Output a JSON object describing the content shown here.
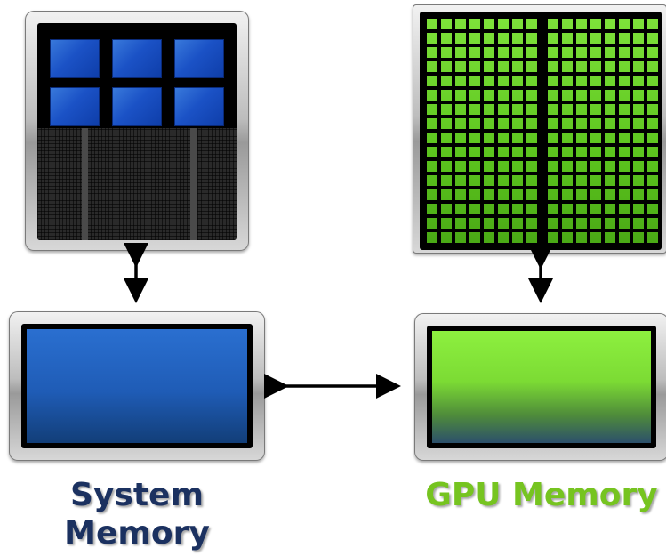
{
  "labels": {
    "system_memory_line1": "System",
    "system_memory_line2": "Memory",
    "gpu_memory": "GPU Memory"
  },
  "colors": {
    "system_label": "#1b3160",
    "gpu_label": "#76c420",
    "cpu_core_blue": "#1b52c6",
    "gpu_green": "#5cc41e",
    "arrow": "#000000"
  }
}
